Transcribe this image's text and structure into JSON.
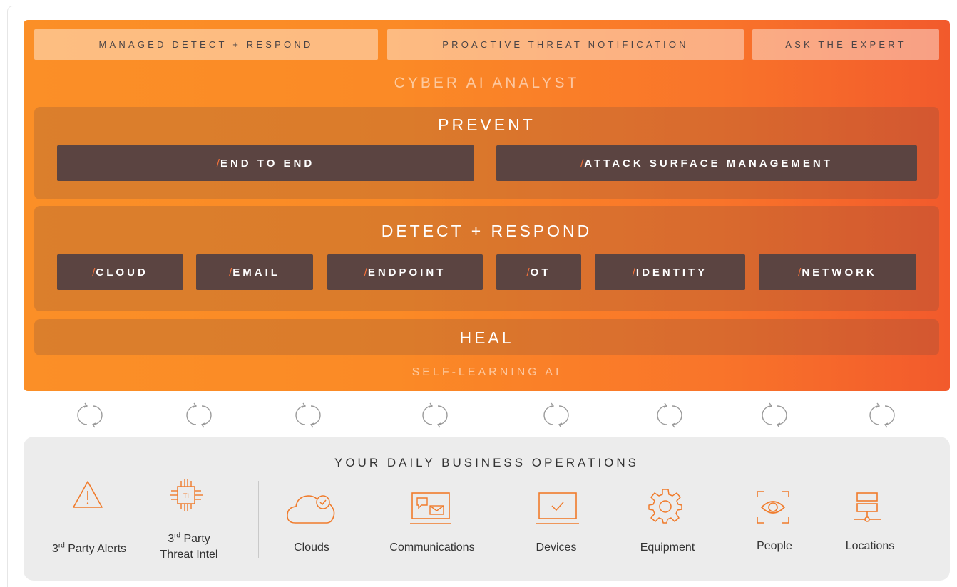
{
  "top_services": {
    "managed": "MANAGED DETECT + RESPOND",
    "proactive": "PROACTIVE THREAT NOTIFICATION",
    "expert": "ASK THE EXPERT"
  },
  "cyber_ai_analyst": "CYBER AI ANALYST",
  "prevent": {
    "title": "PREVENT",
    "items": [
      "END TO END",
      "ATTACK SURFACE MANAGEMENT"
    ]
  },
  "detect": {
    "title": "DETECT + RESPOND",
    "items": [
      "CLOUD",
      "EMAIL",
      "ENDPOINT",
      "OT",
      "IDENTITY",
      "NETWORK"
    ]
  },
  "slash": "/",
  "heal": {
    "title": "HEAL"
  },
  "self_learning": "SELF-LEARNING AI",
  "operations": {
    "title": "YOUR DAILY BUSINESS OPERATIONS",
    "third_party_alerts": {
      "pre": "3",
      "sup": "rd",
      "post": " Party Alerts"
    },
    "third_party_intel": {
      "pre": "3",
      "sup": "rd",
      "post": " Party",
      "line2": "Threat Intel"
    },
    "ti_badge": "TI",
    "clouds": "Clouds",
    "communications": "Communications",
    "devices": "Devices",
    "equipment": "Equipment",
    "people": "People",
    "locations": "Locations"
  },
  "colors": {
    "orange_start": "#fb8f27",
    "orange_end": "#f25a2c",
    "chip": "#5b4441",
    "accent": "#f4713a",
    "icon": "#f07b2b"
  }
}
